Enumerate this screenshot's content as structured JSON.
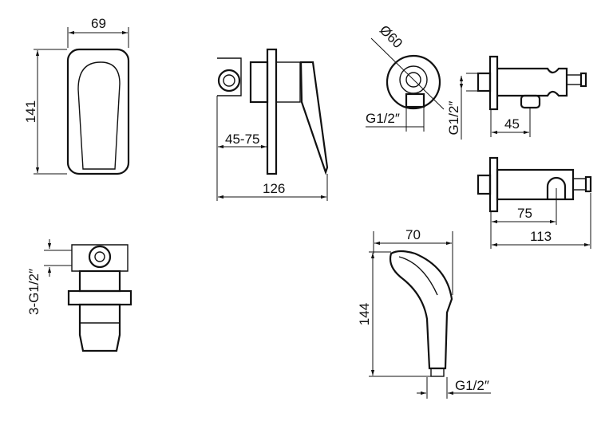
{
  "labels": {
    "cover_width": "69",
    "cover_height": "141",
    "wall_depth": "45-75",
    "valve_length": "126",
    "elbow_diameter": "Ø60",
    "elbow_thread": "G1/2″",
    "elbow_side_thread": "G1/2″",
    "outlet_offset": "45",
    "holder_hook": "75",
    "holder_length": "113",
    "spray_width": "70",
    "spray_height": "144",
    "spray_thread": "G1/2″",
    "valve_threads": "3-G1/2″"
  }
}
